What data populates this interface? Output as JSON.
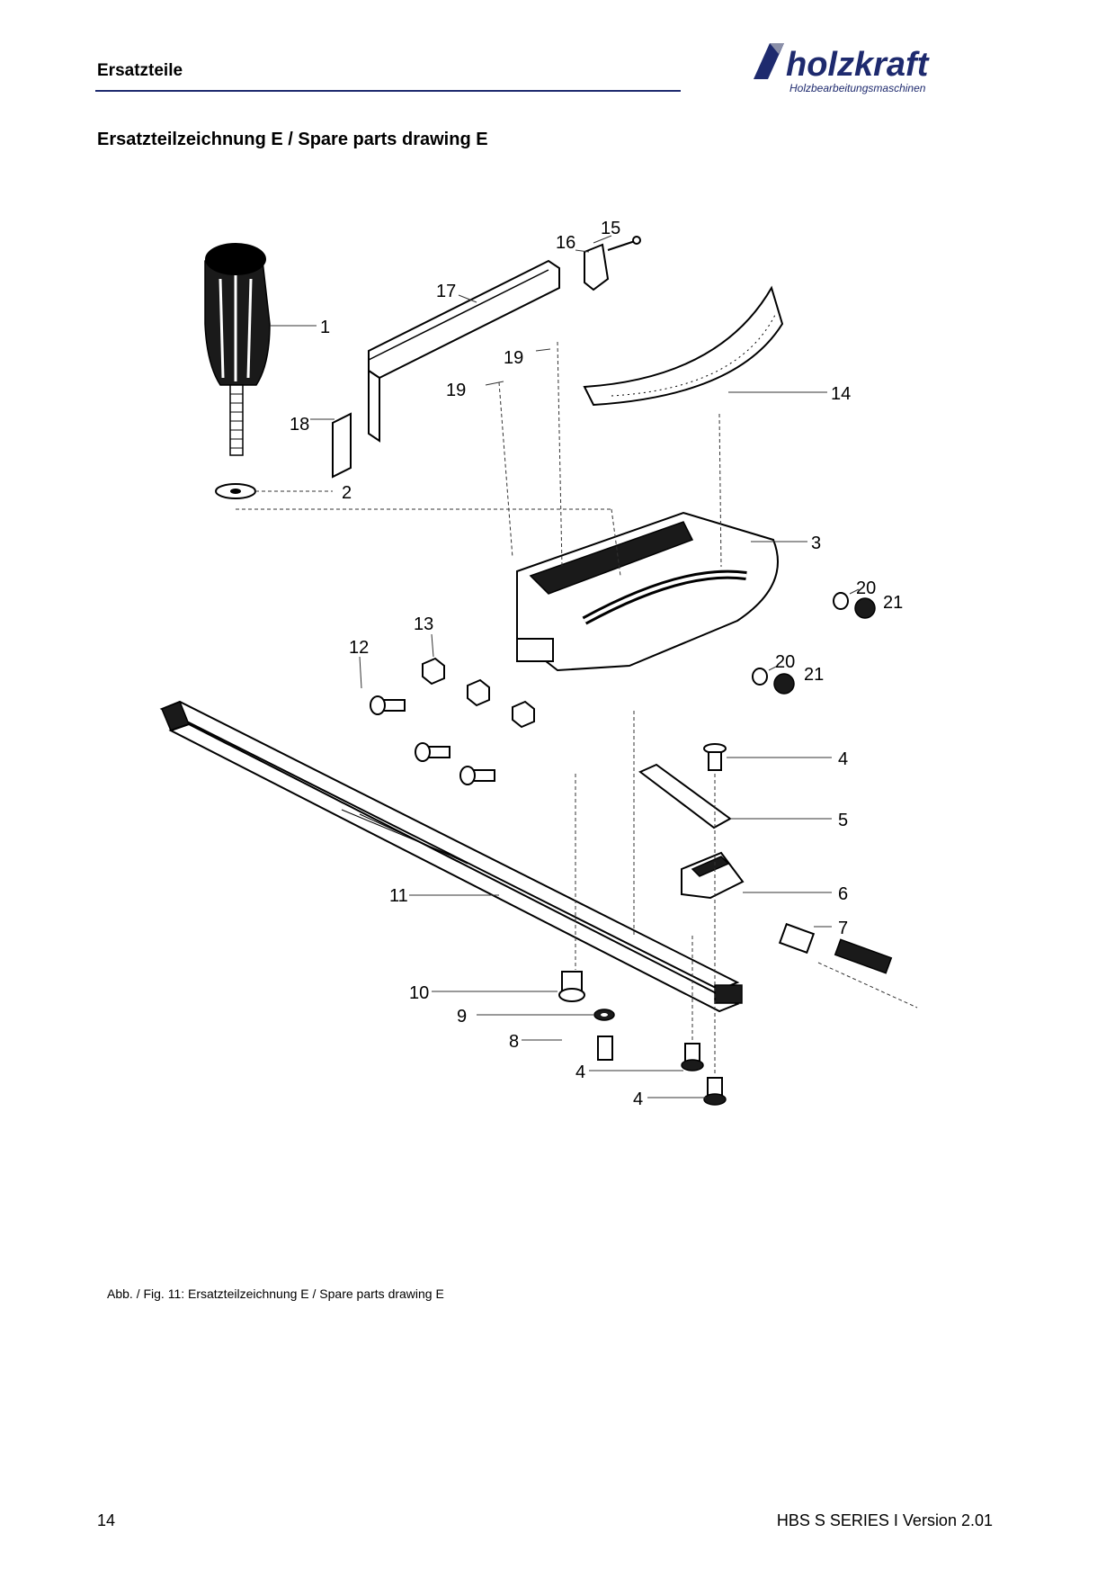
{
  "header": {
    "section_title": "Ersatzteile",
    "brand": "holzkraft",
    "brand_tagline": "Holzbearbeitungsmaschinen",
    "brand_color": "#1e2a6e"
  },
  "document": {
    "heading": "Ersatzteilzeichnung E / Spare parts drawing E",
    "caption": "Abb. / Fig. 11: Ersatzteilzeichnung E / Spare parts drawing E"
  },
  "drawing": {
    "part_labels": [
      "1",
      "2",
      "3",
      "4",
      "4",
      "4",
      "5",
      "6",
      "7",
      "8",
      "9",
      "10",
      "11",
      "12",
      "13",
      "14",
      "15",
      "16",
      "17",
      "18",
      "19",
      "19",
      "20",
      "20",
      "21",
      "21"
    ]
  },
  "footer": {
    "page_number": "14",
    "version": "HBS S SERIES I Version 2.01"
  }
}
